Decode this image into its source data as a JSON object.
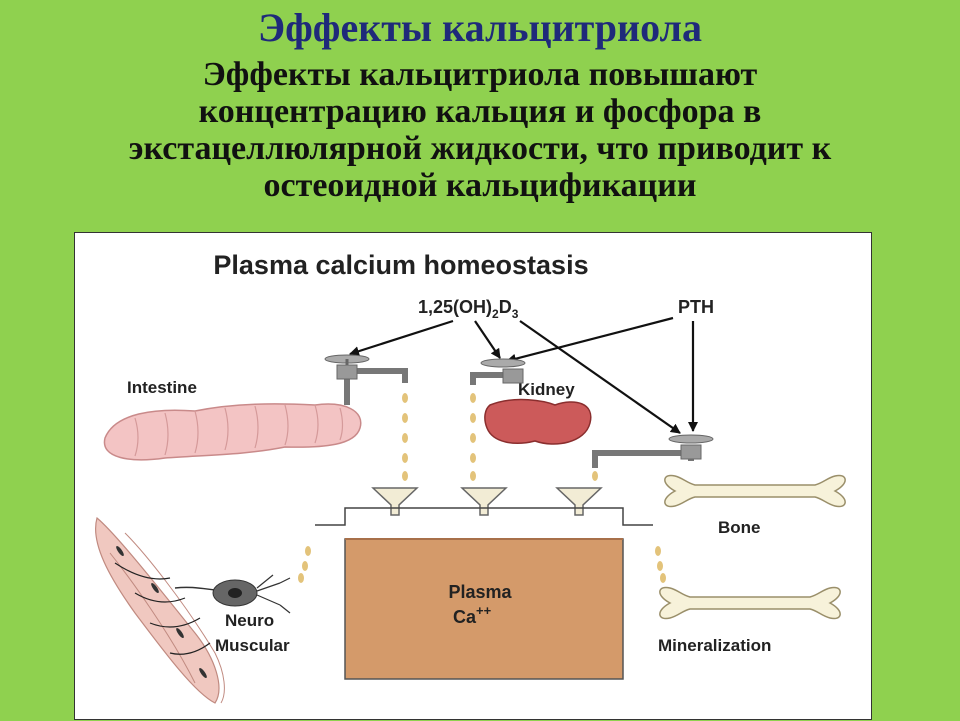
{
  "slide": {
    "title": "Эффекты кальцитриола",
    "subtitle_lines": [
      "Эффекты кальцитриола повышают",
      "концентрацию кальция и фосфора в",
      "экстацеллюлярной жидкости, что приводит к",
      "остеоидной кальцификации"
    ]
  },
  "diagram": {
    "title": "Plasma calcium homeostasis",
    "hormone_vitd_base": "1,25(OH)",
    "hormone_vitd_sub1": "2",
    "hormone_vitd_d": "D",
    "hormone_vitd_sub2": "3",
    "hormone_pth": "PTH",
    "intestine": "Intestine",
    "kidney": "Kidney",
    "bone": "Bone",
    "plasma": "Plasma",
    "ca": "Ca",
    "ca_sup": "++",
    "neuro": "Neuro",
    "muscular": "Muscular",
    "mineralization": "Mineralization",
    "colors": {
      "background": "#8fd14f",
      "title": "#1f2a7a",
      "tank": "#d49a6a",
      "kidney": "#cc5a5a",
      "intestine": "#f3c4c4",
      "bone": "#f7f2da",
      "drops": "#e3c37a"
    }
  }
}
